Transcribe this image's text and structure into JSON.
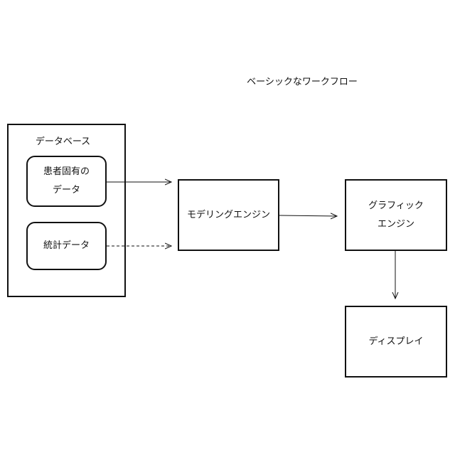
{
  "title": "ベーシックなワークフロー",
  "database": {
    "label": "データベース",
    "items": [
      {
        "label": "患者固有の\nデータ"
      },
      {
        "label": "統計データ"
      }
    ]
  },
  "nodes": {
    "modeling": "モデリングエンジン",
    "graphic": "グラフィック\nエンジン",
    "display": "ディスプレイ"
  },
  "edges": [
    {
      "from": "患者固有のデータ",
      "to": "モデリングエンジン",
      "style": "solid"
    },
    {
      "from": "統計データ",
      "to": "モデリングエンジン",
      "style": "dashed"
    },
    {
      "from": "モデリングエンジン",
      "to": "グラフィックエンジン",
      "style": "solid"
    },
    {
      "from": "グラフィックエンジン",
      "to": "ディスプレイ",
      "style": "solid"
    }
  ]
}
